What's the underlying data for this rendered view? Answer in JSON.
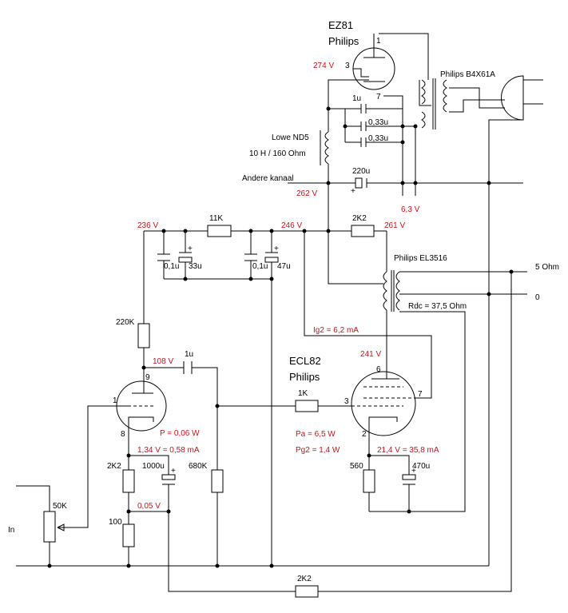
{
  "tubes": {
    "rectifier_name": "EZ81",
    "rectifier_brand": "Philips",
    "output_name": "ECL82",
    "output_brand": "Philips"
  },
  "transformers": {
    "power": "Philips B4X61A",
    "output": "Philips EL3516",
    "output_rdc": "Rdc = 37,5 Ohm",
    "out_5ohm": "5 Ohm",
    "out_0": "0"
  },
  "choke": {
    "name": "Lowe ND5",
    "spec": "10 H / 160 Ohm"
  },
  "pins": {
    "ez_1": "1",
    "ez_3": "3",
    "ez_7": "7",
    "tri_9": "9",
    "tri_1": "1",
    "tri_8": "8",
    "pen_6": "6",
    "pen_3": "3",
    "pen_7": "7",
    "pen_2": "2"
  },
  "components": {
    "c_1u_top": "1u",
    "c_033a": "0,33u",
    "c_033b": "0,33u",
    "c_220u": "220u",
    "r_11k": "11K",
    "r_2k2_top": "2K2",
    "c_01u_a": "0,1u",
    "c_33u": "33u",
    "c_01u_b": "0,1u",
    "c_47u": "47u",
    "r_220k": "220K",
    "c_1u_coupling": "1u",
    "r_1k": "1K",
    "r_2k2_cath": "2K2",
    "c_1000u": "1000u",
    "r_680k": "680K",
    "r_560": "560",
    "c_470u": "470u",
    "pot_50k": "50K",
    "r_100": "100",
    "r_2k2_fb": "2K2"
  },
  "labels": {
    "other_channel": "Andere kanaal",
    "input": "In"
  },
  "voltages": {
    "v274": "274 V",
    "v262": "262 V",
    "v63": "6,3 V",
    "v236": "236 V",
    "v246": "246 V",
    "v261": "261 V",
    "ig2": "Ig2 = 6,2 mA",
    "v241": "241 V",
    "v108": "108 V",
    "p_triode": "P = 0,06 W",
    "v134": "1,34 V = 0,58 mA",
    "v005": "0,05 V",
    "pa": "Pa   = 6,5 W",
    "pg2": "Pg2 = 1,4 W",
    "v214": "21,4 V = 35,8 mA"
  },
  "colors": {
    "annotation": "#d0101a",
    "wire": "#000000"
  }
}
